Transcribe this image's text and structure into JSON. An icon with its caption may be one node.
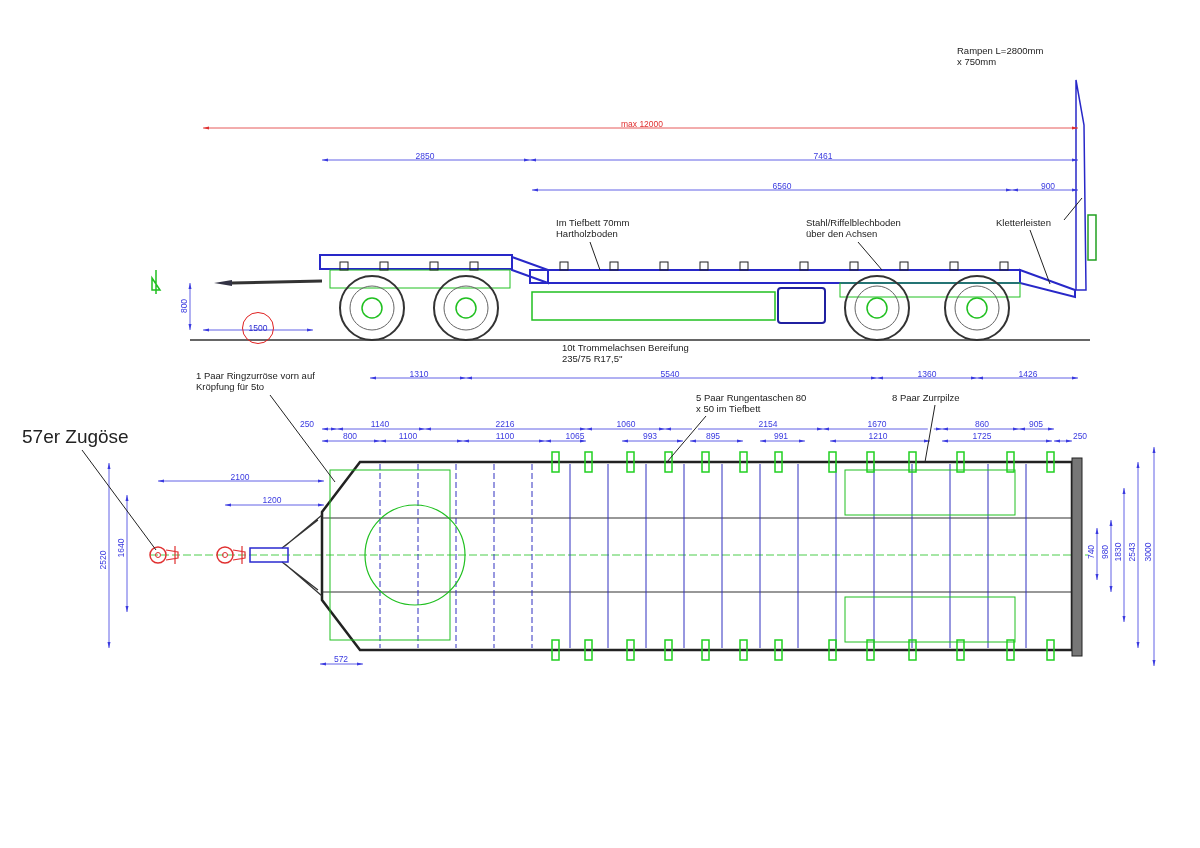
{
  "diagram": {
    "nodes": [
      {
        "text": [
          "Im Tiefbett 70mm Hartholzboden"
        ]
      },
      {
        "text": [
          "Stahl/Riffelblechboden über den Achsen"
        ]
      },
      {
        "text": [
          "Kletterleisten"
        ]
      },
      {
        "text": [
          "1500"
        ]
      },
      {
        "text": [
          "1 Paar Ringzurröse vorn auf Kröpfung für 5to"
        ]
      },
      {
        "text": [
          "5 Paar Rungentaschen 80 x 50 im Tiefbett"
        ]
      },
      {
        "text": [
          "8 Paar Zurrpilze"
        ]
      },
      {
        "text": [
          "57er Zugöse"
        ]
      }
    ],
    "edges": [
      {
        "from": 0,
        "to": null,
        "arrow": "none"
      },
      {
        "from": 1,
        "to": null,
        "arrow": "none"
      },
      {
        "from": 2,
        "to": null,
        "arrow": "none"
      },
      {
        "from": 2,
        "to": null,
        "arrow": "none"
      },
      {
        "from": 4,
        "to": null,
        "arrow": "none"
      },
      {
        "from": 5,
        "to": null,
        "arrow": "none"
      },
      {
        "from": 6,
        "to": null,
        "arrow": "none"
      },
      {
        "from": 7,
        "to": null,
        "arrow": "none"
      }
    ],
    "labels": [
      "Rampen L=2800mm x 750mm",
      "max 12000",
      "2850",
      "7461",
      "6560",
      "900",
      "800",
      "10t Trommelachsen Bereifung 235/75 R17,5''",
      "1310",
      "5540",
      "1360",
      "1426",
      "250",
      "1140",
      "2216",
      "1060",
      "2154",
      "1670",
      "860",
      "905",
      "800",
      "1100",
      "1100",
      "1065",
      "993",
      "895",
      "991",
      "1210",
      "1725",
      "250",
      "2100",
      "1200",
      "2520",
      "1640",
      "572",
      "740",
      "980",
      "1830",
      "2543",
      "3000"
    ]
  }
}
